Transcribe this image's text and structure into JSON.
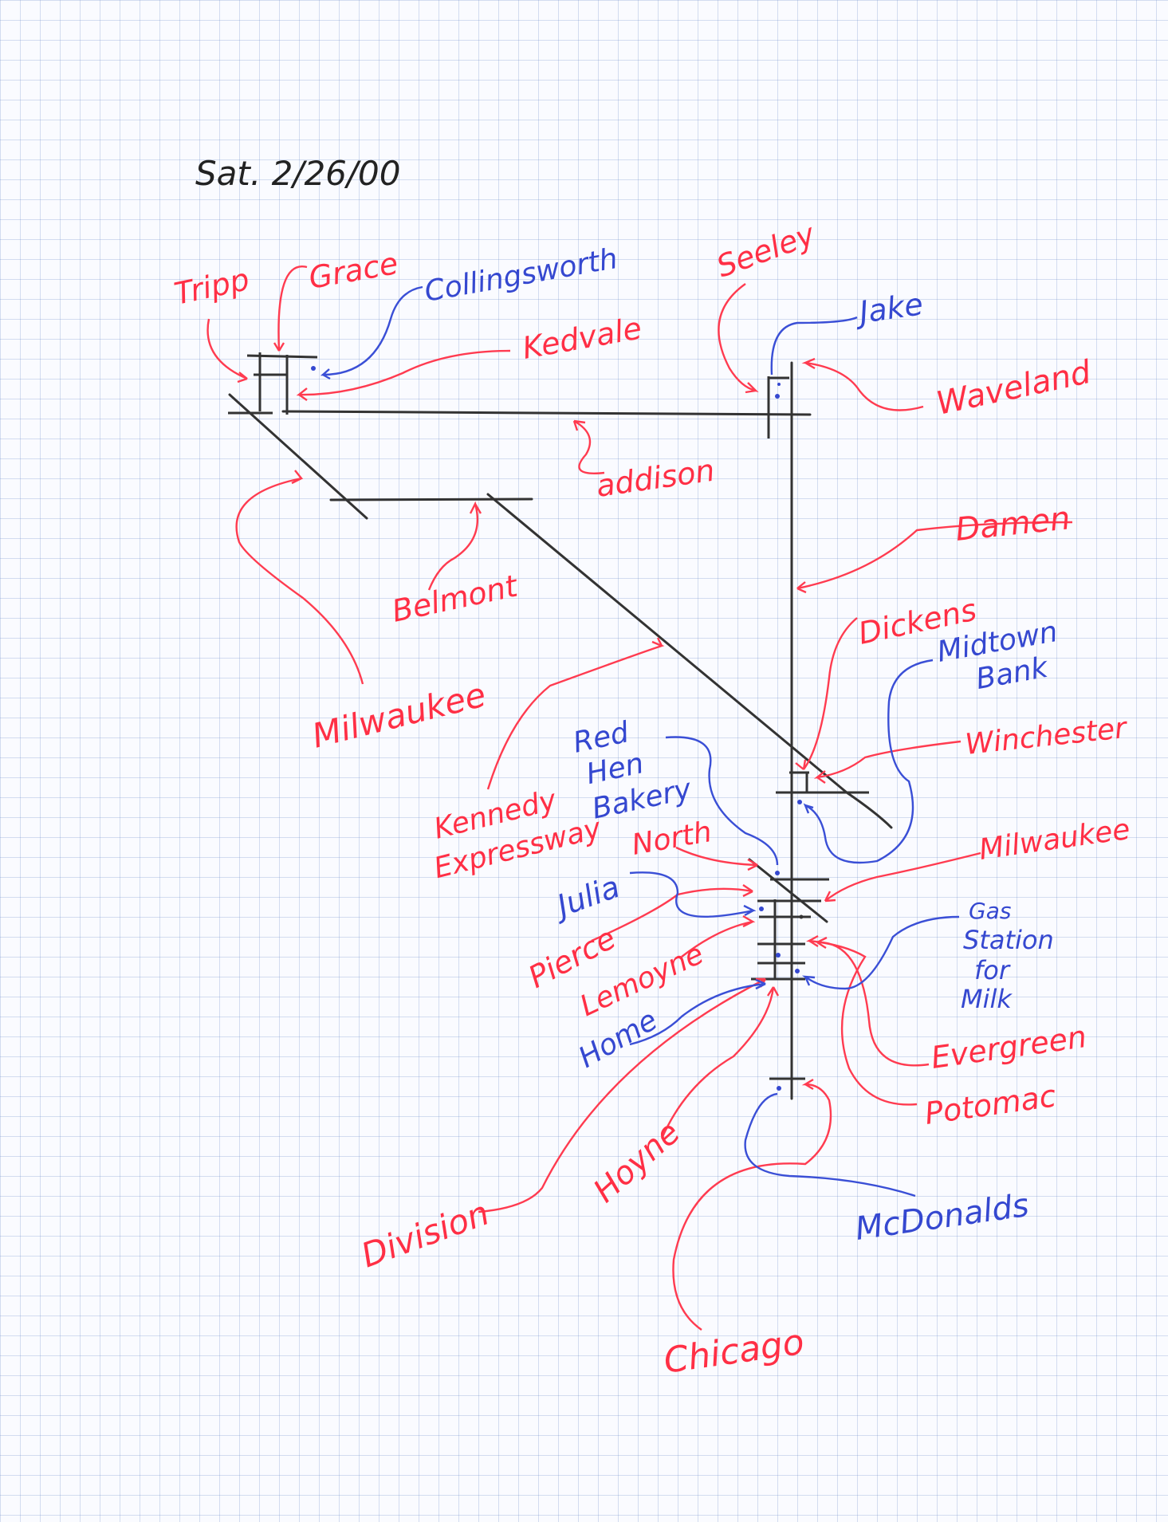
{
  "date": "Sat. 2/26/00",
  "labels": {
    "tripp": "Tripp",
    "grace": "Grace",
    "collingsworth": "Collingsworth",
    "kedvale": "Kedvale",
    "seeley": "Seeley",
    "jake": "Jake",
    "waveland": "Waveland",
    "addison": "addison",
    "damen": "Damen",
    "belmont": "Belmont",
    "milwaukee_top": "Milwaukee",
    "dickens": "Dickens",
    "midtown_bank": [
      "Midtown",
      "Bank"
    ],
    "winchester": "Winchester",
    "red_hen_bakery": [
      "Red",
      "Hen",
      "Bakery"
    ],
    "kennedy_expressway": [
      "Kennedy",
      "Expressway"
    ],
    "north": "North",
    "milwaukee_bottom": "Milwaukee",
    "julia": "Julia",
    "gas_station": [
      "Gas",
      "Station",
      "for",
      "Milk"
    ],
    "pierce": "Pierce",
    "lemoyne": "Lemoyne",
    "home": "Home",
    "evergreen": "Evergreen",
    "potomac": "Potomac",
    "division": "Division",
    "hoyne": "Hoyne",
    "mcdonalds": "McDonalds",
    "chicago": "Chicago"
  },
  "colors": {
    "street_label": "#ff2f45",
    "place_label": "#3548d0",
    "street_line": "#333333"
  }
}
